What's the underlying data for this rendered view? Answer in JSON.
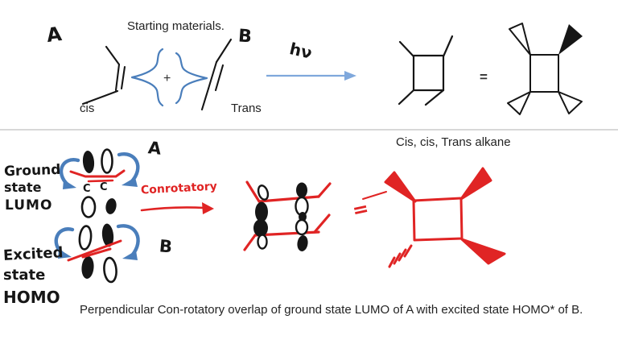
{
  "colors": {
    "ink": "#161616",
    "blue_arrow": "#4a7ebb",
    "light_blue_arrow": "#7fa8dc",
    "red": "#e02424",
    "divider": "#d8d8d8",
    "typed_text": "#232323"
  },
  "top_section": {
    "heading": "Starting materials.",
    "label_a": "A",
    "label_b": "B",
    "cis_label": "cis",
    "trans_label": "Trans",
    "plus_sign": "+",
    "light_label": "hν",
    "equals_sign": "="
  },
  "bottom_section": {
    "ground_state": {
      "line1": "Ground",
      "line2": "state",
      "line3": "LUMO"
    },
    "excited_state": {
      "line1": "Excited",
      "line2": "state",
      "line3": "HOMO"
    },
    "label_a": "A",
    "label_b": "B",
    "carbon_left": "C",
    "carbon_right": "C",
    "conrotatory_label": "Conrotatory",
    "red_equals_sign": "=",
    "product_label": "Cis, cis, Trans alkane",
    "caption": "Perpendicular Con-rotatory overlap of ground state LUMO of A with excited state HOMO* of B."
  }
}
